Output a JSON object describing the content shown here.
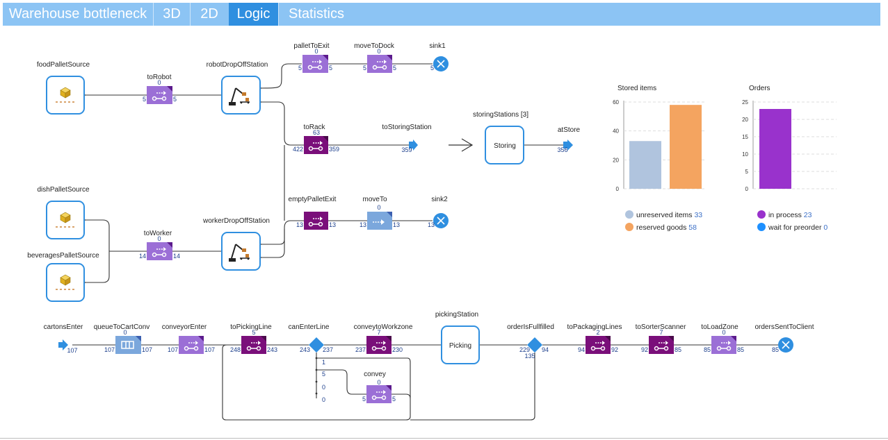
{
  "tabs": [
    {
      "label": "Warehouse bottleneck"
    },
    {
      "label": "3D"
    },
    {
      "label": "2D"
    },
    {
      "label": "Logic"
    },
    {
      "label": "Statistics"
    }
  ],
  "nodes": {
    "foodPalletSource": {
      "label": "foodPalletSource"
    },
    "dishPalletSource": {
      "label": "dishPalletSource"
    },
    "beveragesPalletSource": {
      "label": "beveragesPalletSource"
    },
    "toRobot": {
      "label": "toRobot",
      "top": "0",
      "in": "5",
      "out": "5"
    },
    "toWorker": {
      "label": "toWorker",
      "top": "0",
      "in": "14",
      "out": "14"
    },
    "robotDropOffStation": {
      "label": "robotDropOffStation"
    },
    "workerDropOffStation": {
      "label": "workerDropOffStation"
    },
    "palletToExit": {
      "label": "palletToExit",
      "top": "0",
      "in": "5",
      "out": "5"
    },
    "moveToDock": {
      "label": "moveToDock",
      "top": "0",
      "in": "5",
      "out": "5"
    },
    "sink1": {
      "label": "sink1",
      "in": "5"
    },
    "toRack": {
      "label": "toRack",
      "top": "63",
      "in": "422",
      "out": "359"
    },
    "toStoringStation": {
      "label": "toStoringStation",
      "in": "359"
    },
    "storingStations": {
      "label": "storingStations [3]",
      "box": "Storing"
    },
    "atStore": {
      "label": "atStore",
      "in": "356"
    },
    "emptyPalletExit": {
      "label": "emptyPalletExit",
      "in": "13",
      "out": "13"
    },
    "moveTo": {
      "label": "moveTo",
      "top": "0",
      "in": "13",
      "out": "13"
    },
    "sink2": {
      "label": "sink2",
      "in": "13"
    },
    "cartonsEnter": {
      "label": "cartonsEnter",
      "out": "107"
    },
    "queueToCartConv": {
      "label": "queueToCartConv",
      "top": "0",
      "in": "107",
      "out": "107"
    },
    "conveyorEnter": {
      "label": "conveyorEnter",
      "in": "107",
      "out": "107"
    },
    "toPickingLine": {
      "label": "toPickingLine",
      "top": "5",
      "in": "248",
      "out": "243"
    },
    "canEnterLine": {
      "label": "canEnterLine",
      "in": "243",
      "out": "237",
      "branches": [
        "1",
        "5",
        "0",
        "0"
      ]
    },
    "conveytoWorkzone": {
      "label": "conveytoWorkzone",
      "top": "7",
      "in": "237",
      "out": "230"
    },
    "convey": {
      "label": "convey",
      "top": "0",
      "in": "5",
      "out": "5"
    },
    "pickingStation": {
      "label": "pickingStation",
      "box": "Picking"
    },
    "orderIsFullfilled": {
      "label": "orderIsFullfilled",
      "in": "229",
      "out": "94",
      "bottom": "135"
    },
    "toPackagingLines": {
      "label": "toPackagingLines",
      "top": "2",
      "in": "94",
      "out": "92"
    },
    "toSorterScanner": {
      "label": "toSorterScanner",
      "top": "7",
      "in": "92",
      "out": "85"
    },
    "toLoadZone": {
      "label": "toLoadZone",
      "top": "0",
      "in": "85",
      "out": "85"
    },
    "ordersSentToClient": {
      "label": "ordersSentToClient",
      "in": "85"
    }
  },
  "chart_data": [
    {
      "type": "bar",
      "title": "Stored items",
      "categories": [
        "unreserved items",
        "reserved goods"
      ],
      "values": [
        33,
        58
      ],
      "colors": [
        "#b0c4de",
        "#f4a460"
      ],
      "ylim": [
        0,
        60
      ],
      "yticks": [
        "0",
        "20",
        "40",
        "60"
      ],
      "grid": true,
      "legend_placement": "bottom",
      "legend": [
        {
          "name": "unreserved items",
          "value": "33",
          "color": "#b0c4de"
        },
        {
          "name": "reserved goods",
          "value": "58",
          "color": "#f4a460"
        }
      ]
    },
    {
      "type": "bar",
      "title": "Orders",
      "categories": [
        "in process",
        "wait for preorder"
      ],
      "values": [
        23,
        0
      ],
      "colors": [
        "#9932cc",
        "#1e90ff"
      ],
      "ylim": [
        0,
        25
      ],
      "yticks": [
        "0",
        "5",
        "10",
        "15",
        "20",
        "25"
      ],
      "grid": true,
      "legend_placement": "bottom",
      "legend": [
        {
          "name": "in process",
          "value": "23",
          "color": "#9932cc"
        },
        {
          "name": "wait for preorder",
          "value": "0",
          "color": "#1e90ff"
        }
      ]
    }
  ],
  "colors": {
    "tab_bar": "#8cc4f4",
    "tab_active": "#2f8fe0",
    "block_light": "#9b6fd6",
    "block_dark": "#7a0f7a",
    "block_blue": "#7ba7dc",
    "node_blue": "#2f8fe0",
    "count_text": "#1c3f8c"
  }
}
